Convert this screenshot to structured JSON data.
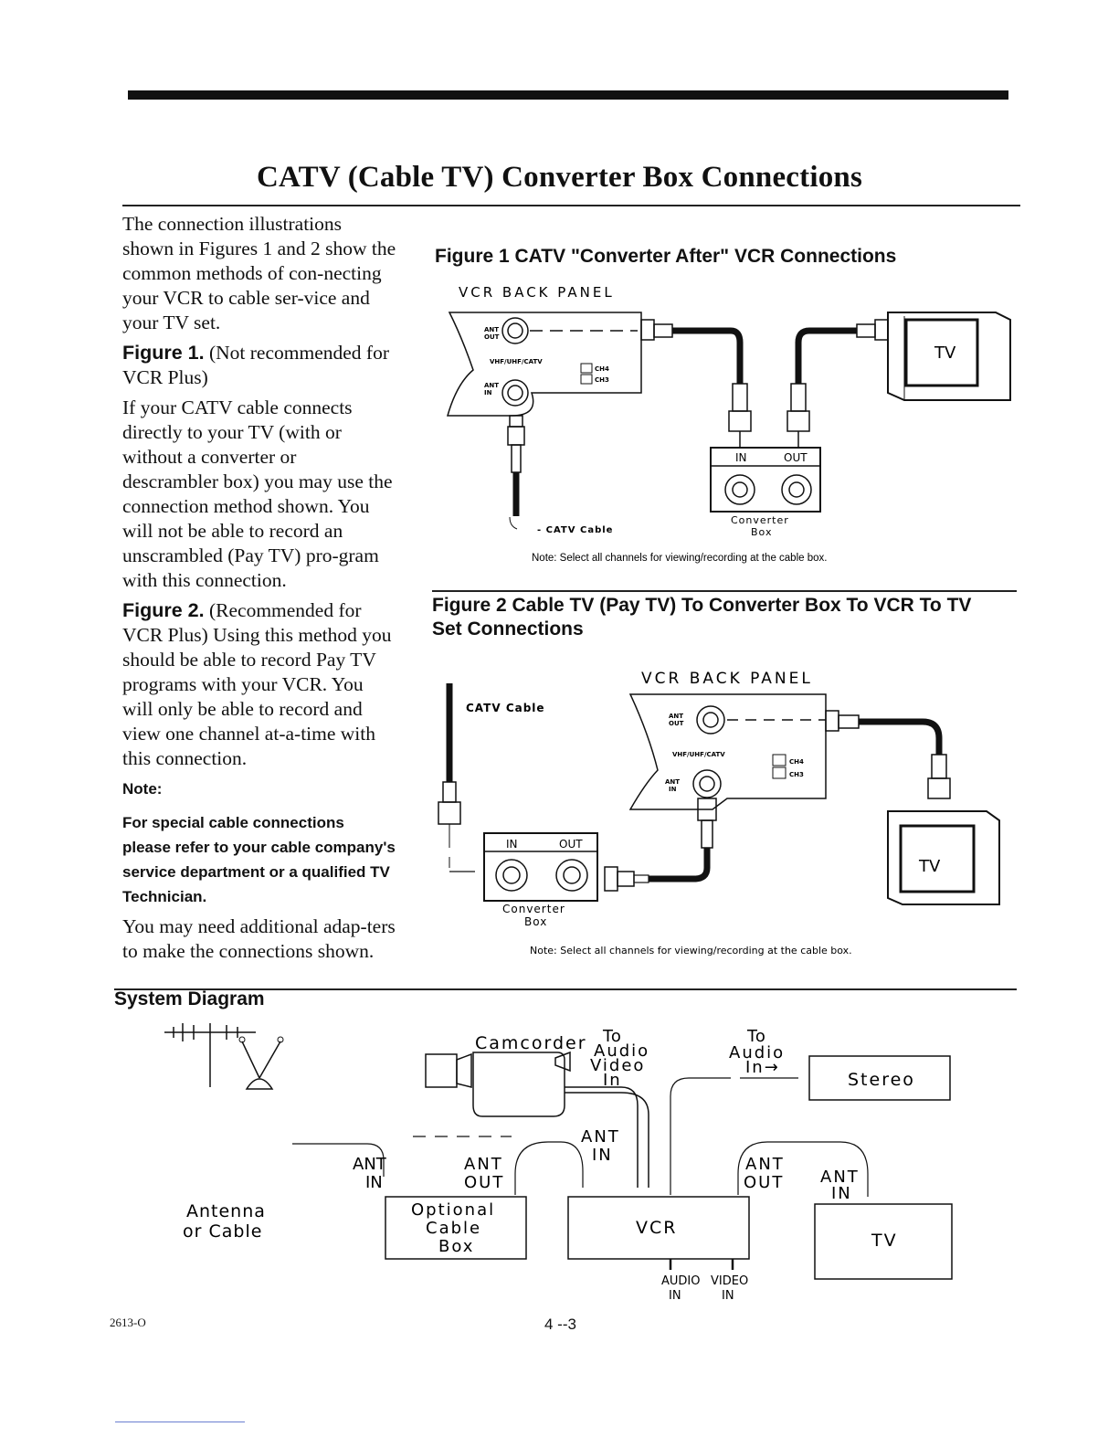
{
  "page": {
    "title": "CATV (Cable TV) Converter Box Connections",
    "footer_code": "2613-O",
    "page_number": "4 --3"
  },
  "text": {
    "intro": "The connection illustrations shown in Figures 1 and 2 show the common methods of con-necting your VCR to cable ser-vice and your TV set.",
    "fig1_label": "Figure 1.",
    "fig1_desc": "(Not recommended for VCR Plus)",
    "fig1_body": "If your CATV cable connects directly to your TV (with or without a converter or descrambler box) you may use the connection method shown. You will not be able to record an unscrambled (Pay TV) pro-gram with this connection.",
    "fig2_label": "Figure 2.",
    "fig2_desc": "(Recommended for VCR Plus) Using this method you should be able to record Pay TV programs with your VCR. You will only be able to record and view one channel at-a-time with this connection.",
    "note_heading": "Note:",
    "note_body": "For special cable connections please refer to your cable company's service department or a qualified TV Technician.",
    "closing": "You may need additional adap-ters to make the connections shown."
  },
  "figure1": {
    "caption": "Figure 1 CATV \"Converter After\" VCR Connections",
    "panel_label": "VCR BACK PANEL",
    "ant_out": [
      "ANT",
      "OUT"
    ],
    "ant_in": [
      "ANT",
      "IN"
    ],
    "band": "VHF/UHF/CATV",
    "ch4": "CH4",
    "ch3": "CH3",
    "tv": "TV",
    "conv_in": "IN",
    "conv_out": "OUT",
    "converter_box": [
      "Converter",
      "Box"
    ],
    "catv_cable": "- CATV Cable",
    "note": "Note: Select all channels for viewing/recording at the cable box."
  },
  "figure2": {
    "caption_line1": "Figure 2 Cable TV (Pay TV) To Converter Box To VCR To TV",
    "caption_line2": "Set Connections",
    "panel_label": "VCR BACK PANEL",
    "catv_cable": "CATV Cable",
    "ant_out": [
      "ANT",
      "OUT"
    ],
    "ant_in": [
      "ANT",
      "IN"
    ],
    "band": "VHF/UHF/CATV",
    "ch4": "CH4",
    "ch3": "CH3",
    "conv_in": "IN",
    "conv_out": "OUT",
    "converter_box": [
      "Converter",
      "Box"
    ],
    "tv": "TV",
    "note": "Note: Select all channels for viewing/recording at the cable box."
  },
  "system_diagram": {
    "heading": "System Diagram",
    "camcorder": "Camcorder",
    "to_av_in": [
      "To",
      "Audio",
      "Video",
      "In"
    ],
    "to_audio_in": [
      "To",
      "Audio",
      "In→"
    ],
    "stereo": "Stereo",
    "antenna": [
      "Antenna",
      "or Cable"
    ],
    "ant_in_1": [
      "ANT",
      "IN"
    ],
    "ant_out_1": [
      "ANT",
      "OUT"
    ],
    "optional_box": [
      "Optional",
      "Cable",
      "Box"
    ],
    "ant_in_2": [
      "ANT",
      "IN"
    ],
    "vcr": "VCR",
    "ant_out_2": [
      "ANT",
      "OUT"
    ],
    "ant_in_3": [
      "ANT",
      "IN"
    ],
    "tv": "TV",
    "audio_in": [
      "AUDIO",
      "IN"
    ],
    "video_in": [
      "VIDEO",
      "IN"
    ]
  }
}
